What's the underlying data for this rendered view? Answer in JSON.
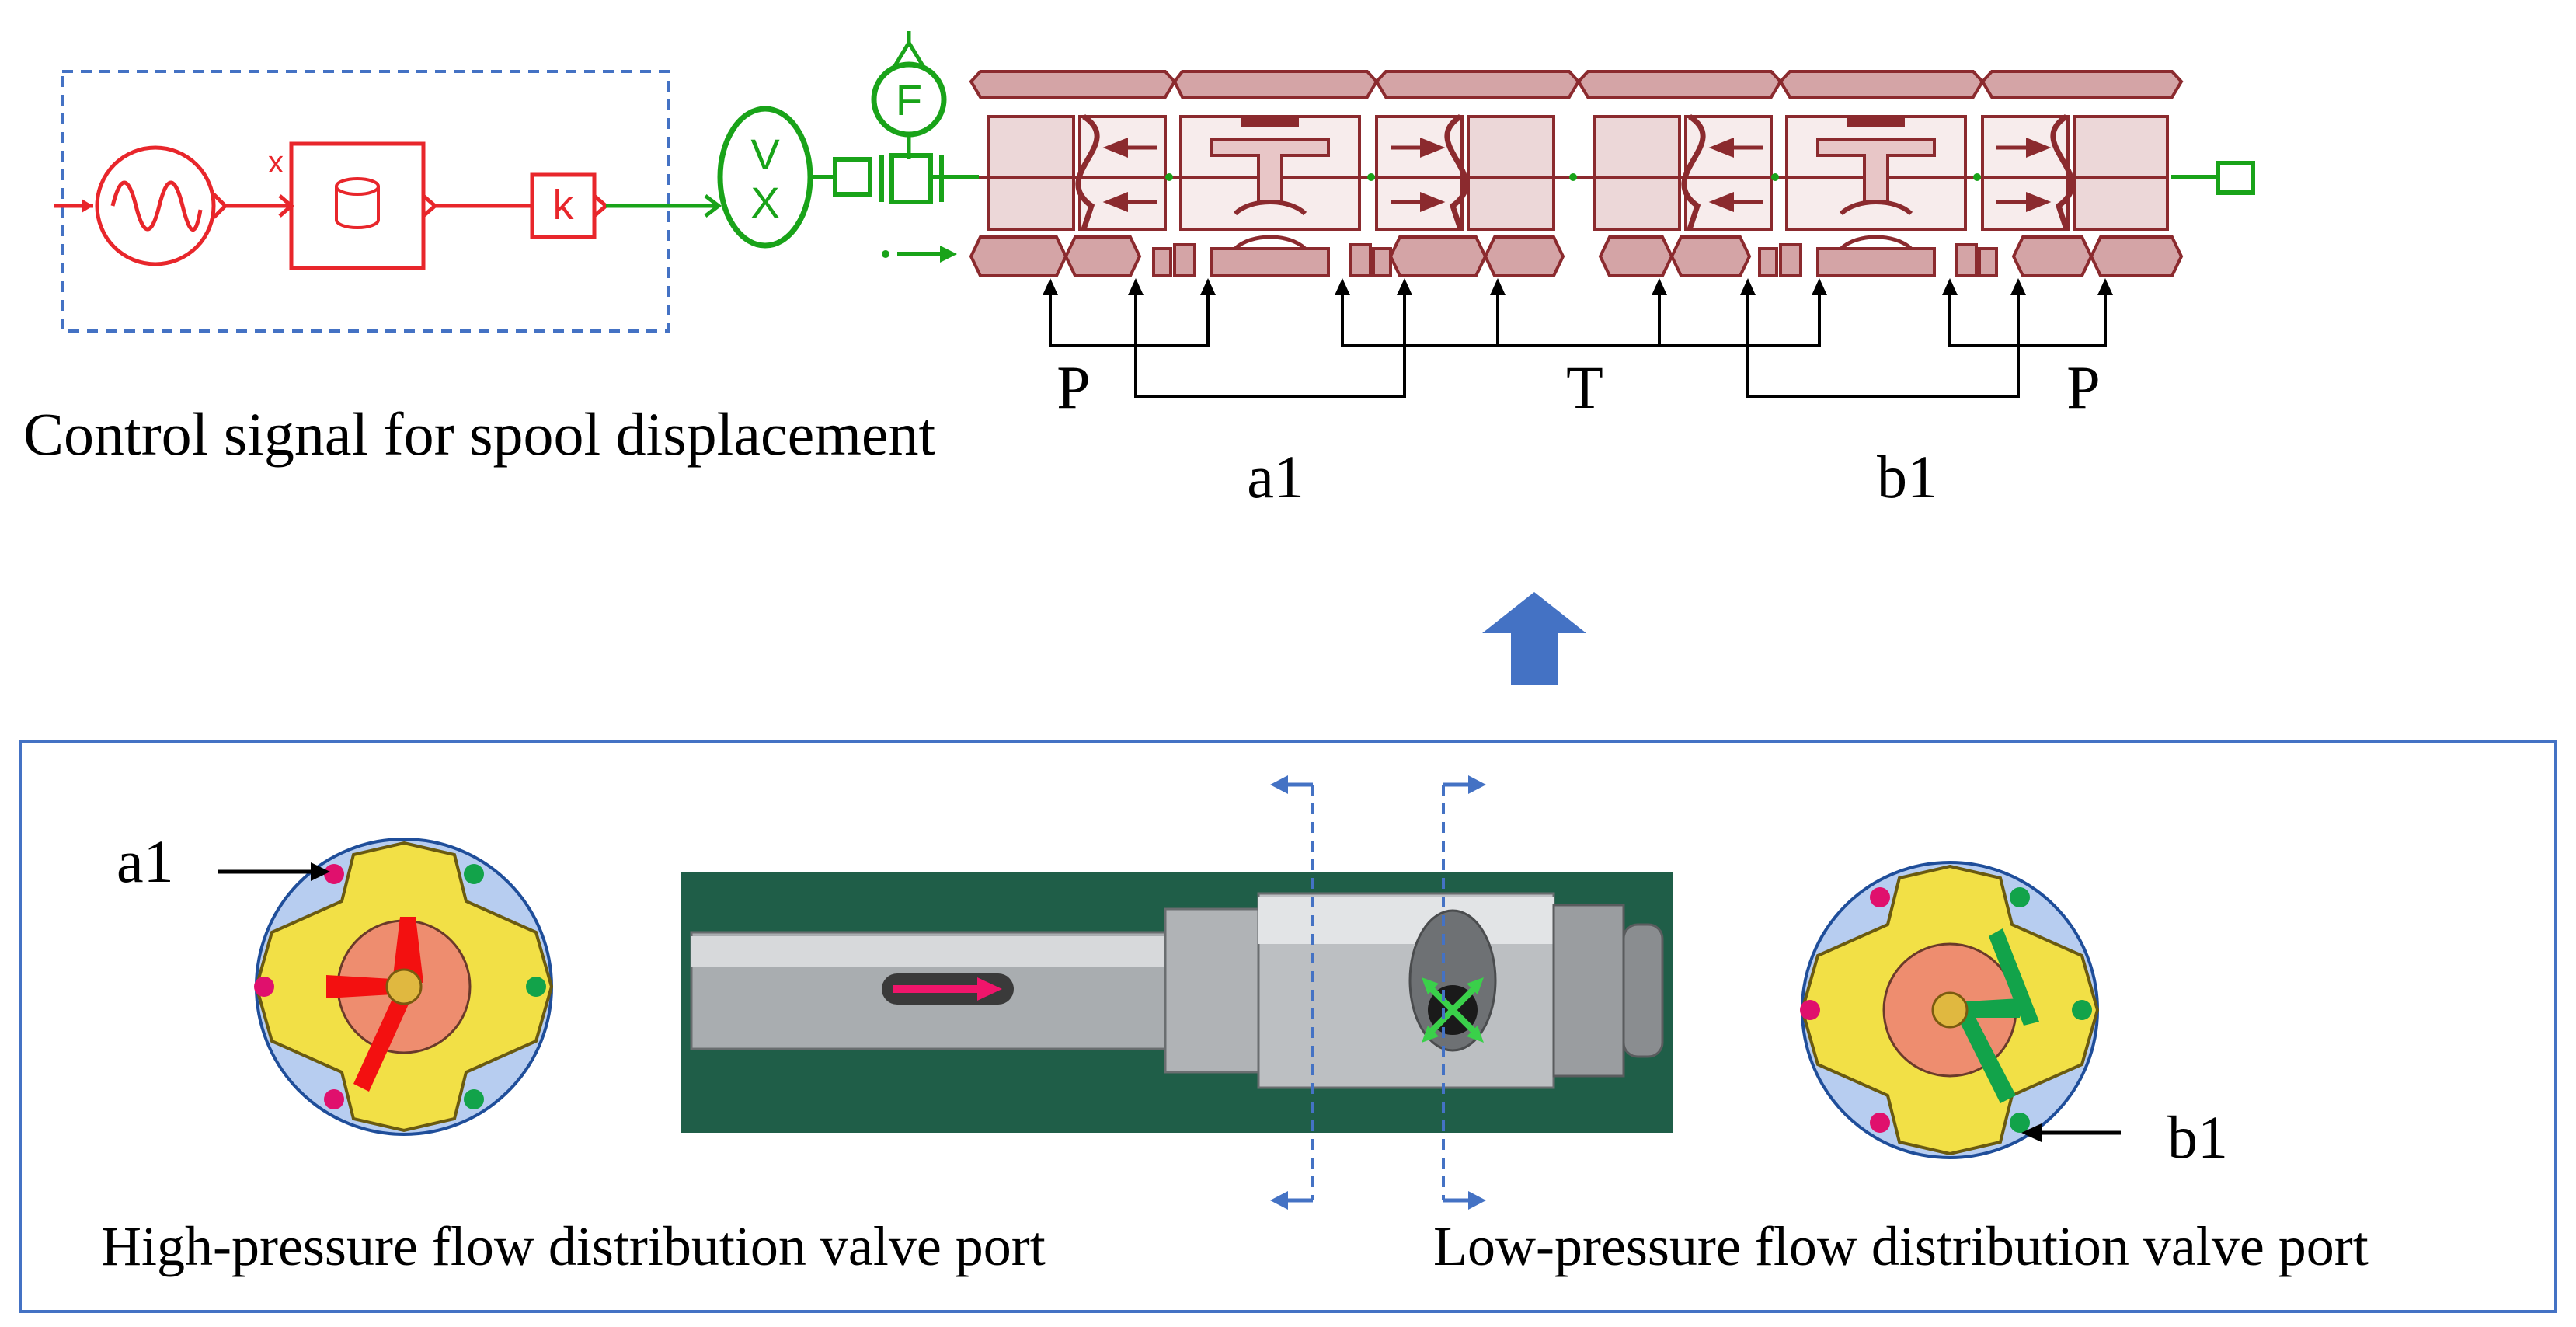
{
  "control_block": {
    "caption": "Control signal for spool displacement",
    "input_marker": "x",
    "gain_label": "k"
  },
  "actuator": {
    "velocity_symbol_top": "V",
    "velocity_symbol_bottom": "X",
    "force_label": "F"
  },
  "ports": {
    "p_left": "P",
    "tank": "T",
    "p_right": "P",
    "a1": "a1",
    "b1": "b1"
  },
  "bottom_panel": {
    "left_port_pointer": "a1",
    "right_port_pointer": "b1",
    "left_caption": "High-pressure flow distribution valve port",
    "right_caption": "Low-pressure flow distribution valve port"
  },
  "colors": {
    "control_red": "#e8262b",
    "sim_green": "#19a319",
    "valve_fill": "#d4a4a6",
    "valve_stroke": "#8b2a2e",
    "frame_blue": "#4472c4",
    "arrow_blue": "#4472c4",
    "disc_blue": "#b7cdf0",
    "port_yellow": "#f2e046",
    "core_salmon": "#ee8d6f",
    "hp_red": "#f31010",
    "lp_green": "#12a34a",
    "dot_pink": "#e0106d",
    "photo_green": "#1f5e48"
  }
}
